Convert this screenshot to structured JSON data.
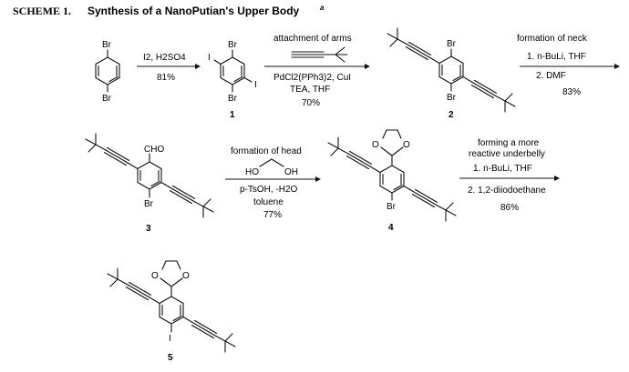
{
  "scheme": {
    "label": "SCHEME 1.",
    "title": "Synthesis of a NanoPutian's Upper Body",
    "title_sup": "a"
  },
  "steps": [
    {
      "reagents": [
        "I2, H2SO4"
      ],
      "yield": "81%"
    },
    {
      "purpose": "attachment of arms",
      "reagents": [
        "PdCl2(PPh3)2, CuI",
        "TEA, THF"
      ],
      "yield": "70%"
    },
    {
      "purpose": "formation of neck",
      "reagents": [
        "1. n-BuLi, THF",
        "2. DMF"
      ],
      "yield": "83%"
    },
    {
      "purpose": "formation of head",
      "reagents": [
        "HO",
        "OH",
        "p-TsOH, -H2O",
        "toluene"
      ],
      "yield": "77%"
    },
    {
      "purpose": [
        "forming a more",
        "reactive underbelly"
      ],
      "reagents": [
        "1. n-BuLi, THF",
        "2. 1,2-diiodoethane"
      ],
      "yield": "86%"
    }
  ],
  "compounds": [
    {
      "number": "1",
      "atoms": [
        "I",
        "Br",
        "I",
        "Br"
      ]
    },
    {
      "number": "2",
      "atoms": [
        "Br",
        "Br"
      ]
    },
    {
      "number": "3",
      "atoms": [
        "CHO",
        "Br"
      ]
    },
    {
      "number": "4",
      "atoms": [
        "O",
        "O",
        "Br"
      ]
    },
    {
      "number": "5",
      "atoms": [
        "O",
        "O",
        "I"
      ]
    }
  ],
  "start_material": {
    "atoms": [
      "Br",
      "Br"
    ]
  }
}
